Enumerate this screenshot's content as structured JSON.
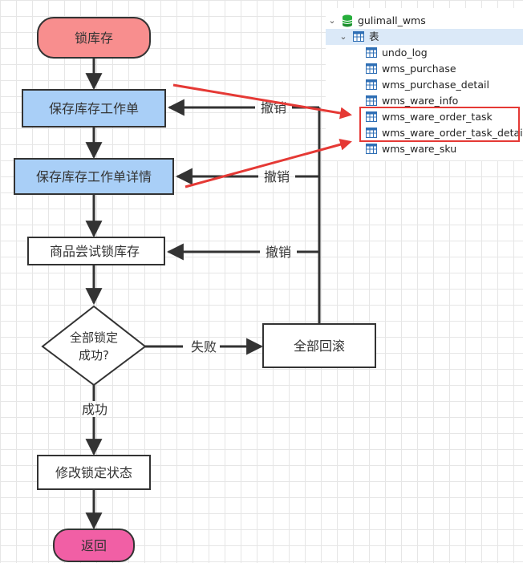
{
  "flow": {
    "start": "锁库存",
    "step1": "保存库存工作单",
    "step2": "保存库存工作单详情",
    "step3": "商品尝试锁库存",
    "decision_line1": "全部锁定",
    "decision_line2": "成功?",
    "rollback": "全部回滚",
    "fail_label": "失败",
    "success_label": "成功",
    "undo1": "撤销",
    "undo2": "撤销",
    "undo3": "撤销",
    "step4": "修改锁定状态",
    "end": "返回"
  },
  "tree": {
    "database": "gulimall_wms",
    "tables_label": "表",
    "tables": [
      "undo_log",
      "wms_purchase",
      "wms_purchase_detail",
      "wms_ware_info",
      "wms_ware_order_task",
      "wms_ware_order_task_detail",
      "wms_ware_sku"
    ]
  },
  "colors": {
    "start_fill": "#f88e8e",
    "end_fill": "#f15fa5",
    "highlight_fill": "#a9cff7",
    "arrow_red": "#e53935",
    "line_dark": "#333333"
  },
  "icons": {
    "database": "database-icon",
    "table": "table-icon",
    "expand": "chevron-down-icon"
  }
}
